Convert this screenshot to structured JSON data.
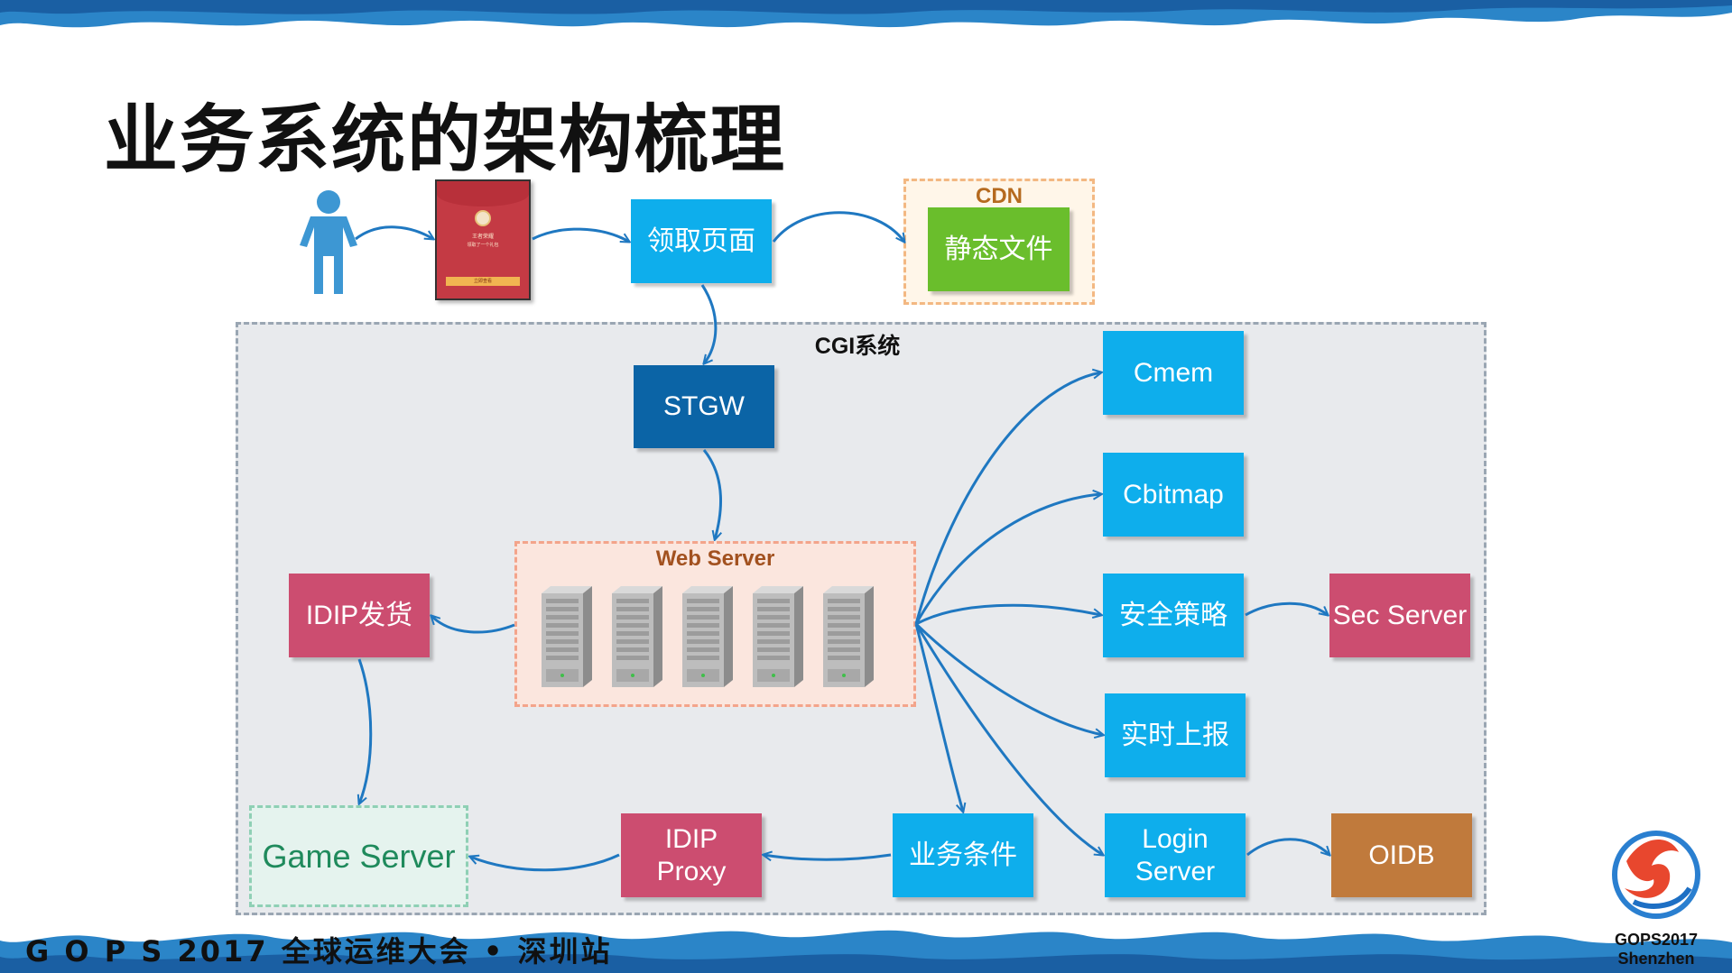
{
  "title": "业务系统的架构梳理",
  "footer": "G O P S 2017 全球运维大会 • 深圳站",
  "logo": {
    "year": "GOPS2017",
    "city": "Shenzhen"
  },
  "phone_card": {
    "line1": "王者荣耀",
    "line2": "领取了一个礼包",
    "line3": "立即查看"
  },
  "regions": {
    "cdn": "CDN",
    "cgi": "CGI系统",
    "web_server": "Web Server",
    "game_server": "Game Server"
  },
  "nodes": {
    "landing_page": "领取页面",
    "static_files": "静态文件",
    "stgw": "STGW",
    "idip_delivery": "IDIP发货",
    "cmem": "Cmem",
    "cbitmap": "Cbitmap",
    "security_policy": "安全策略",
    "sec_server": "Sec Server",
    "realtime_report": "实时上报",
    "business_conditions": "业务条件",
    "idip_proxy_line1": "IDIP",
    "idip_proxy_line2": "Proxy",
    "login_server_line1": "Login",
    "login_server_line2": "Server",
    "oidb": "OIDB"
  },
  "colors": {
    "node_blue": "#0eaeec",
    "node_dark_blue": "#0b64a6",
    "node_pink": "#cc4d70",
    "node_green": "#6abe2c",
    "node_orange": "#c07a3c",
    "arrow": "#1f78c1",
    "person": "#3d97d3"
  },
  "server_count": 5
}
